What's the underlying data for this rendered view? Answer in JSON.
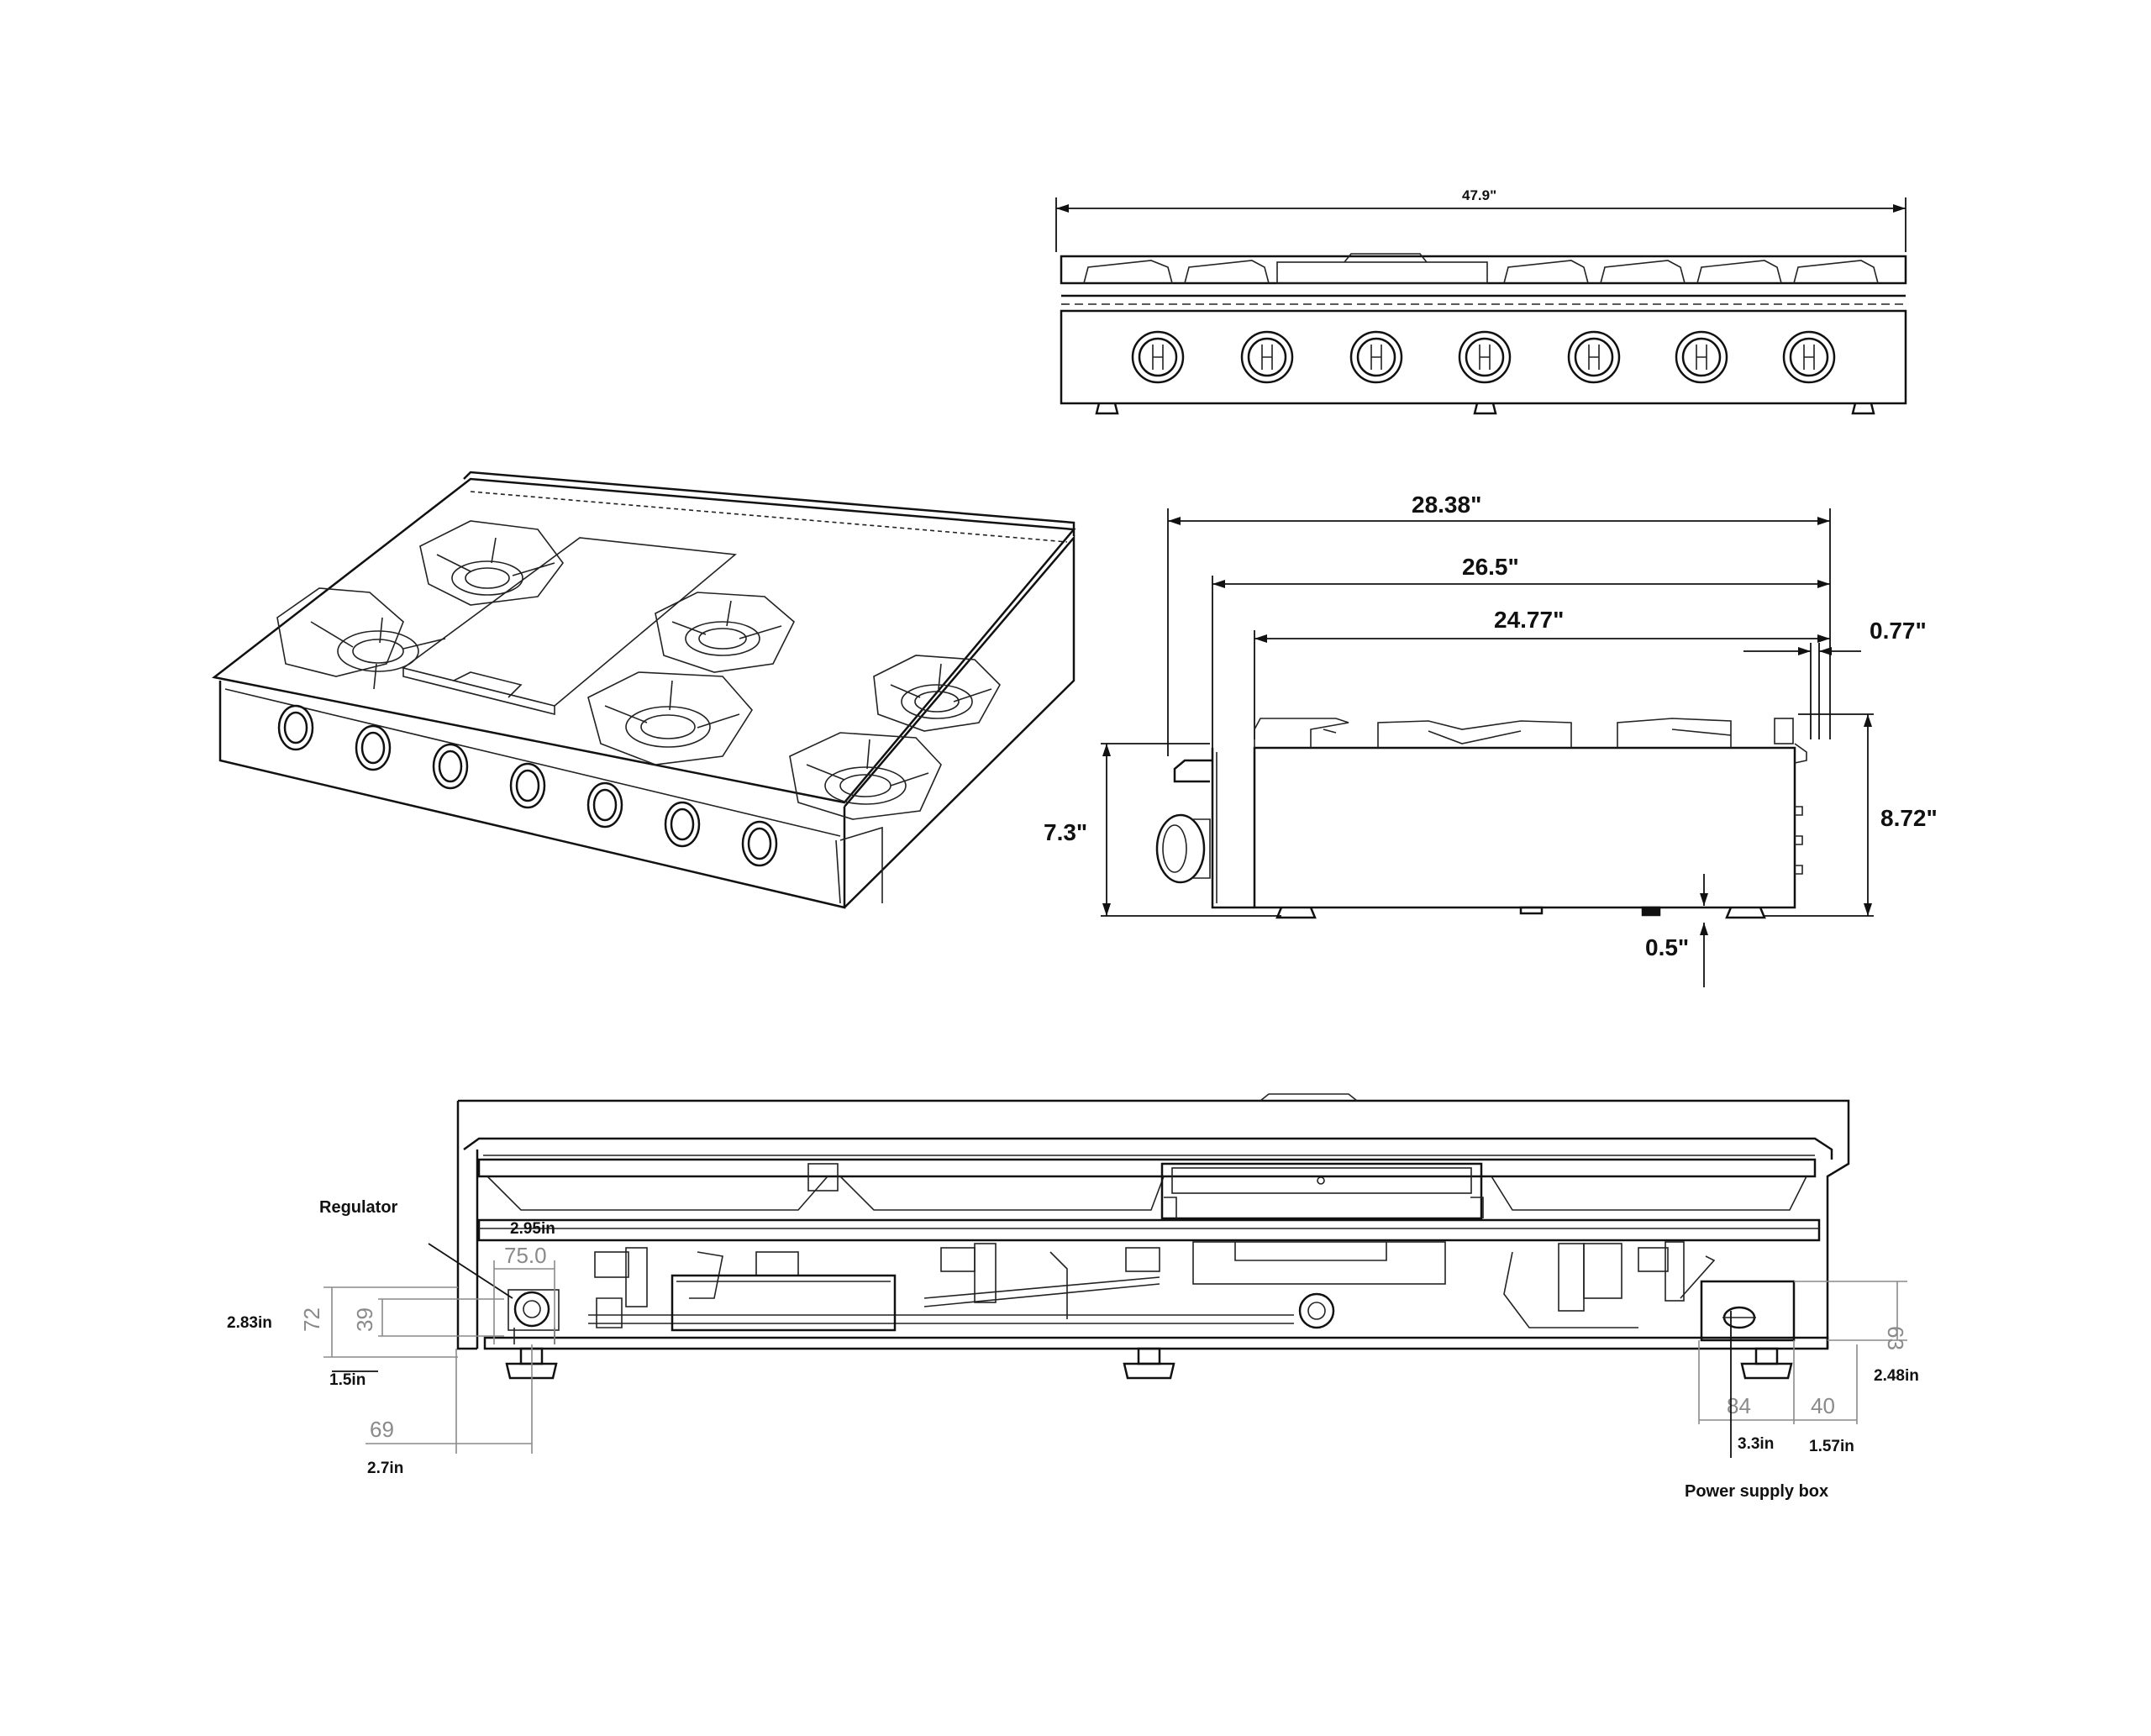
{
  "front_view": {
    "width_label": "47.9\""
  },
  "side_view": {
    "depth_overall": "28.38\"",
    "depth_body": "26.5\"",
    "depth_grate": "24.77\"",
    "back_offset": "0.77\"",
    "height_front": "7.3\"",
    "height_overall": "8.72\"",
    "foot_height": "0.5\""
  },
  "bottom_view": {
    "regulator_label": "Regulator",
    "power_box_label": "Power supply box",
    "dim_295in": "2.95in",
    "dim_750": "75.0",
    "dim_72": "72",
    "dim_39": "39",
    "dim_283in": "2.83in",
    "dim_15in": "1.5in",
    "dim_69": "69",
    "dim_27in": "2.7in",
    "dim_63": "63",
    "dim_248in": "2.48in",
    "dim_84": "84",
    "dim_40": "40",
    "dim_33in": "3.3in",
    "dim_157in": "1.57in"
  }
}
